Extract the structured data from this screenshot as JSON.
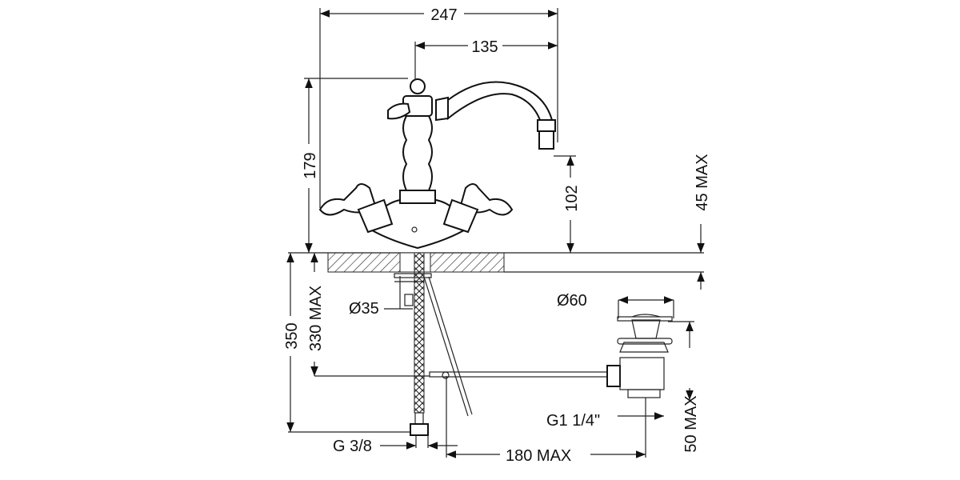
{
  "drawing": {
    "title": "Bidet mixer technical drawing",
    "dimensions": {
      "overall_width": "247",
      "spout_reach": "135",
      "height": "179",
      "spout_height": "102",
      "deck_thickness": "45 MAX",
      "hose_length": "350",
      "rod_length": "330 MAX",
      "hole_diameter": "Ø35",
      "waste_diameter": "Ø60",
      "waste_thread": "G1 1/4\"",
      "waste_depth": "50 MAX",
      "inlet_thread": "G 3/8",
      "rod_reach": "180 MAX"
    }
  }
}
